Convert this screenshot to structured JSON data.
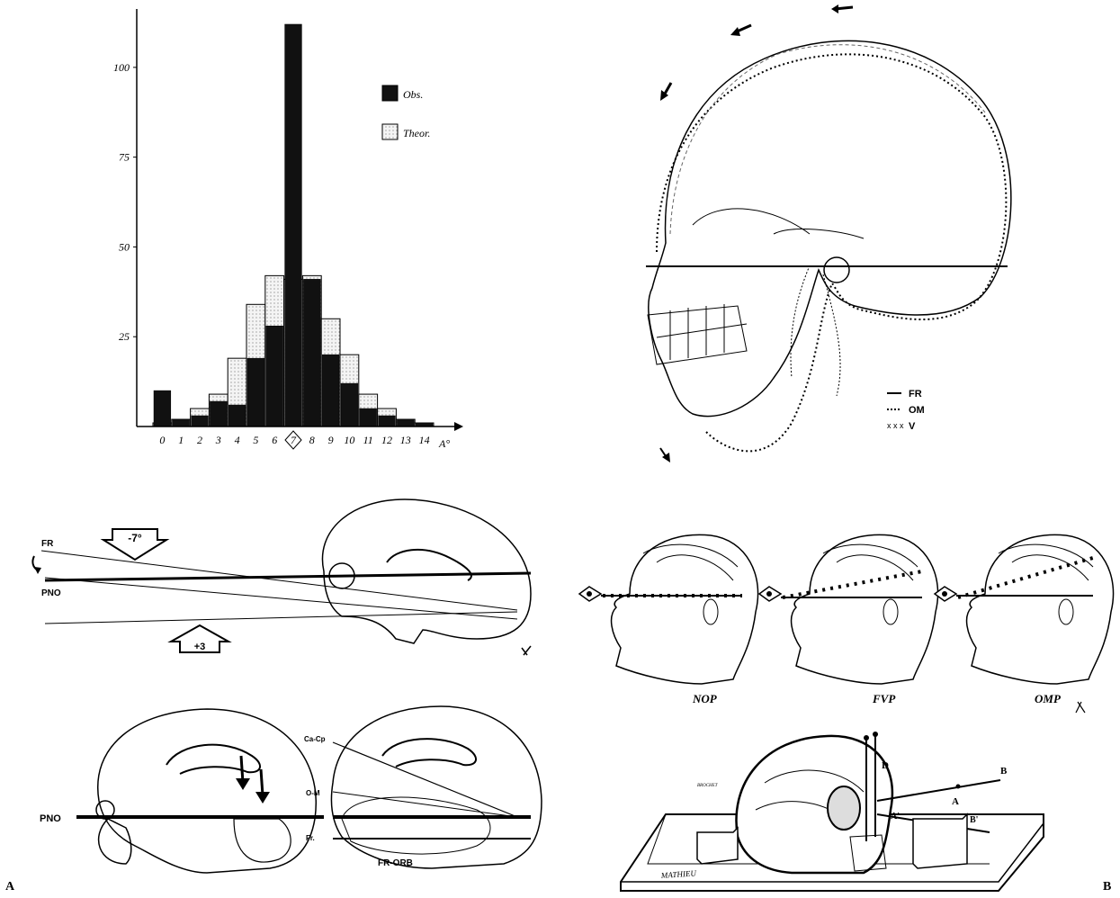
{
  "panel_labels": {
    "left": "A",
    "right": "B"
  },
  "histogram": {
    "legend": [
      {
        "label": "Obs.",
        "fill": "#111111"
      },
      {
        "label": "Theor.",
        "fill": "#e6e6e6"
      }
    ],
    "axis_label": "A°",
    "highlight_label": "7"
  },
  "chart_data": {
    "type": "bar",
    "title": "",
    "xlabel": "A°",
    "ylabel": "",
    "categories": [
      "0",
      "1",
      "2",
      "3",
      "4",
      "5",
      "6",
      "7",
      "8",
      "9",
      "10",
      "11",
      "12",
      "13",
      "14"
    ],
    "y_ticks": [
      "25",
      "50",
      "75",
      "100"
    ],
    "ylim": [
      0,
      115
    ],
    "grid": false,
    "legend_position": "top-right",
    "series": [
      {
        "name": "Obs.",
        "color": "#111111",
        "values": [
          10,
          2,
          3,
          7,
          6,
          19,
          28,
          112,
          41,
          20,
          12,
          5,
          3,
          2,
          1
        ]
      },
      {
        "name": "Theor.",
        "color": "#e6e6e6",
        "values": [
          1,
          2,
          5,
          9,
          19,
          34,
          42,
          41,
          42,
          30,
          20,
          9,
          5,
          2,
          1
        ]
      }
    ]
  },
  "skull_planes": {
    "legend": [
      {
        "label": "FR"
      },
      {
        "label": "OM"
      },
      {
        "label": "V"
      }
    ]
  },
  "head_profiles": [
    {
      "label": "NOP"
    },
    {
      "label": "FVP"
    },
    {
      "label": "OMP"
    }
  ],
  "midsagittal_angles": {
    "top_arrow": "-7°",
    "bottom_arrow": "+3",
    "line_labels": [
      "FR",
      "PNO"
    ]
  },
  "brain_sections": {
    "left_label": "PNO",
    "right_labels": [
      "Ca-Cp",
      "O-M",
      "Fr.",
      "FR-ORB"
    ]
  },
  "apparatus": {
    "letters": [
      "D",
      "B",
      "A",
      "A'",
      "B'"
    ],
    "engraved": [
      "MATHIEU",
      "BROCHET"
    ]
  }
}
